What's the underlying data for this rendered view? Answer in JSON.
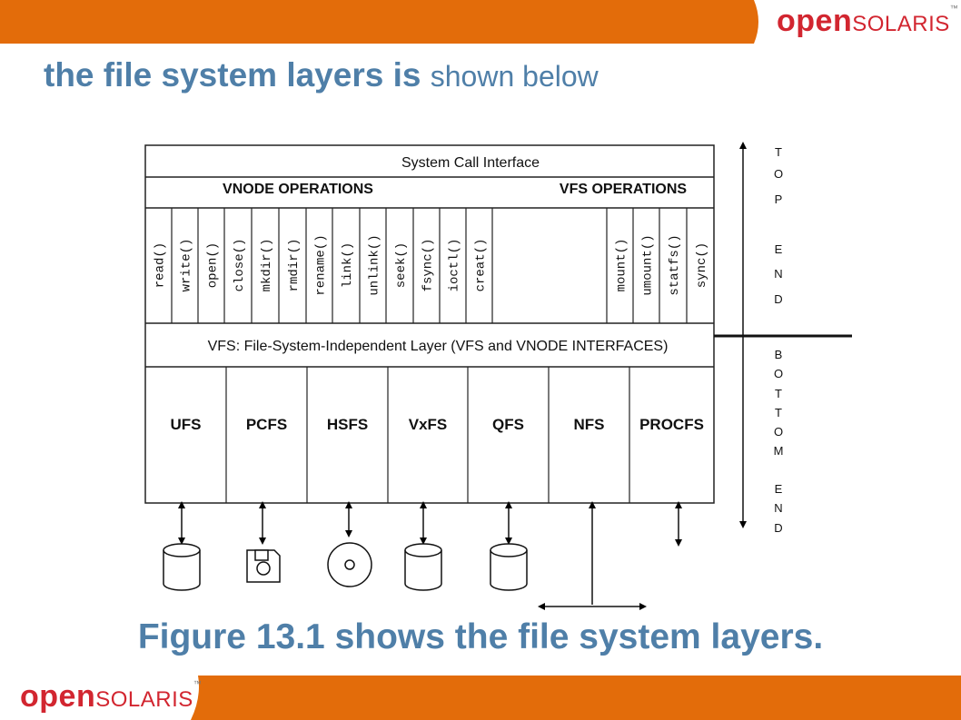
{
  "slide": {
    "title_bold": "the file system layers is",
    "title_normal": "shown below",
    "caption": "Figure 13.1 shows the file system layers.",
    "brand_bold": "open",
    "brand_rest": "solaris",
    "brand_mark": "™",
    "colors": {
      "band": "#e36c0a",
      "title": "#4f7fa8",
      "brand": "#d22630"
    }
  },
  "diagram": {
    "syscall_label": "System Call Interface",
    "vnode_ops_label": "VNODE OPERATIONS",
    "vfs_ops_label": "VFS OPERATIONS",
    "vnode_calls": [
      "read()",
      "write()",
      "open()",
      "close()",
      "mkdir()",
      "rmdir()",
      "rename()",
      "link()",
      "unlink()",
      "seek()",
      "fsync()",
      "ioctl()",
      "creat()"
    ],
    "vfs_calls": [
      "mount()",
      "umount()",
      "statfs()",
      "sync()"
    ],
    "vfs_layer_label": "VFS: File-System-Independent Layer (VFS and VNODE INTERFACES)",
    "filesystems": [
      "UFS",
      "PCFS",
      "HSFS",
      "VxFS",
      "QFS",
      "NFS",
      "PROCFS"
    ],
    "top_end_letters": [
      "T",
      "O",
      "P",
      "E",
      "N",
      "D"
    ],
    "bottom_end_letters": [
      "B",
      "O",
      "T",
      "T",
      "O",
      "M",
      "E",
      "N",
      "D"
    ]
  }
}
